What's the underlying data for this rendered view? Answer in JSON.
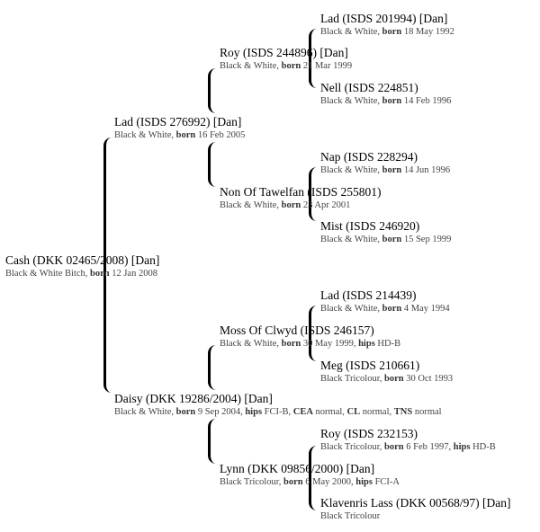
{
  "dogs": {
    "cash": {
      "name": "Cash (DKK 02465/2008) [Dan]",
      "color": "Black & White Bitch, ",
      "born_label": "born",
      "born": " 12 Jan 2008"
    },
    "lad_s": {
      "name": "Lad (ISDS 276992) [Dan]",
      "color": "Black & White, ",
      "born_label": "born",
      "born": " 16 Feb 2005"
    },
    "roy_ss": {
      "name": "Roy (ISDS 244896) [Dan]",
      "color": "Black & White, ",
      "born_label": "born",
      "born": " 21 Mar 1999"
    },
    "lad_sss": {
      "name": "Lad (ISDS 201994) [Dan]",
      "color": "Black & White, ",
      "born_label": "born",
      "born": " 18 May 1992"
    },
    "nell": {
      "name": "Nell (ISDS 224851)",
      "color": "Black & White, ",
      "born_label": "born",
      "born": " 14 Feb 1996"
    },
    "non": {
      "name": "Non Of Tawelfan (ISDS 255801)",
      "color": "Black & White, ",
      "born_label": "born",
      "born": " 23 Apr 2001"
    },
    "nap": {
      "name": "Nap (ISDS 228294)",
      "color": "Black & White, ",
      "born_label": "born",
      "born": " 14 Jun 1996"
    },
    "mist": {
      "name": "Mist (ISDS 246920)",
      "color": "Black & White, ",
      "born_label": "born",
      "born": " 15 Sep 1999"
    },
    "daisy": {
      "name": "Daisy (DKK 19286/2004) [Dan]",
      "color": "Black & White, ",
      "born_label": "born",
      "born": " 9 Sep 2004, ",
      "hips_label": "hips",
      "hips": " FCI-B, ",
      "cea_label": "CEA",
      "cea": " normal, ",
      "cl_label": "CL",
      "cl": " normal, ",
      "tns_label": "TNS",
      "tns": " normal"
    },
    "moss": {
      "name": "Moss Of Clwyd (ISDS 246157)",
      "color": "Black & White, ",
      "born_label": "born",
      "born": " 30 May 1999, ",
      "hips_label": "hips",
      "hips": " HD-B"
    },
    "lad_dss": {
      "name": "Lad (ISDS 214439)",
      "color": "Black & White, ",
      "born_label": "born",
      "born": " 4 May 1994"
    },
    "meg": {
      "name": "Meg (ISDS 210661)",
      "color": "Black Tricolour, ",
      "born_label": "born",
      "born": " 30 Oct 1993"
    },
    "lynn": {
      "name": "Lynn (DKK 09856/2000) [Dan]",
      "color": "Black Tricolour, ",
      "born_label": "born",
      "born": " 6 May 2000, ",
      "hips_label": "hips",
      "hips": " FCI-A"
    },
    "roy_dds": {
      "name": "Roy (ISDS 232153)",
      "color": "Black Tricolour, ",
      "born_label": "born",
      "born": " 6 Feb 1997, ",
      "hips_label": "hips",
      "hips": " HD-B"
    },
    "klavenris": {
      "name": "Klavenris Lass (DKK 00568/97) [Dan]",
      "color": "Black Tricolour"
    }
  }
}
